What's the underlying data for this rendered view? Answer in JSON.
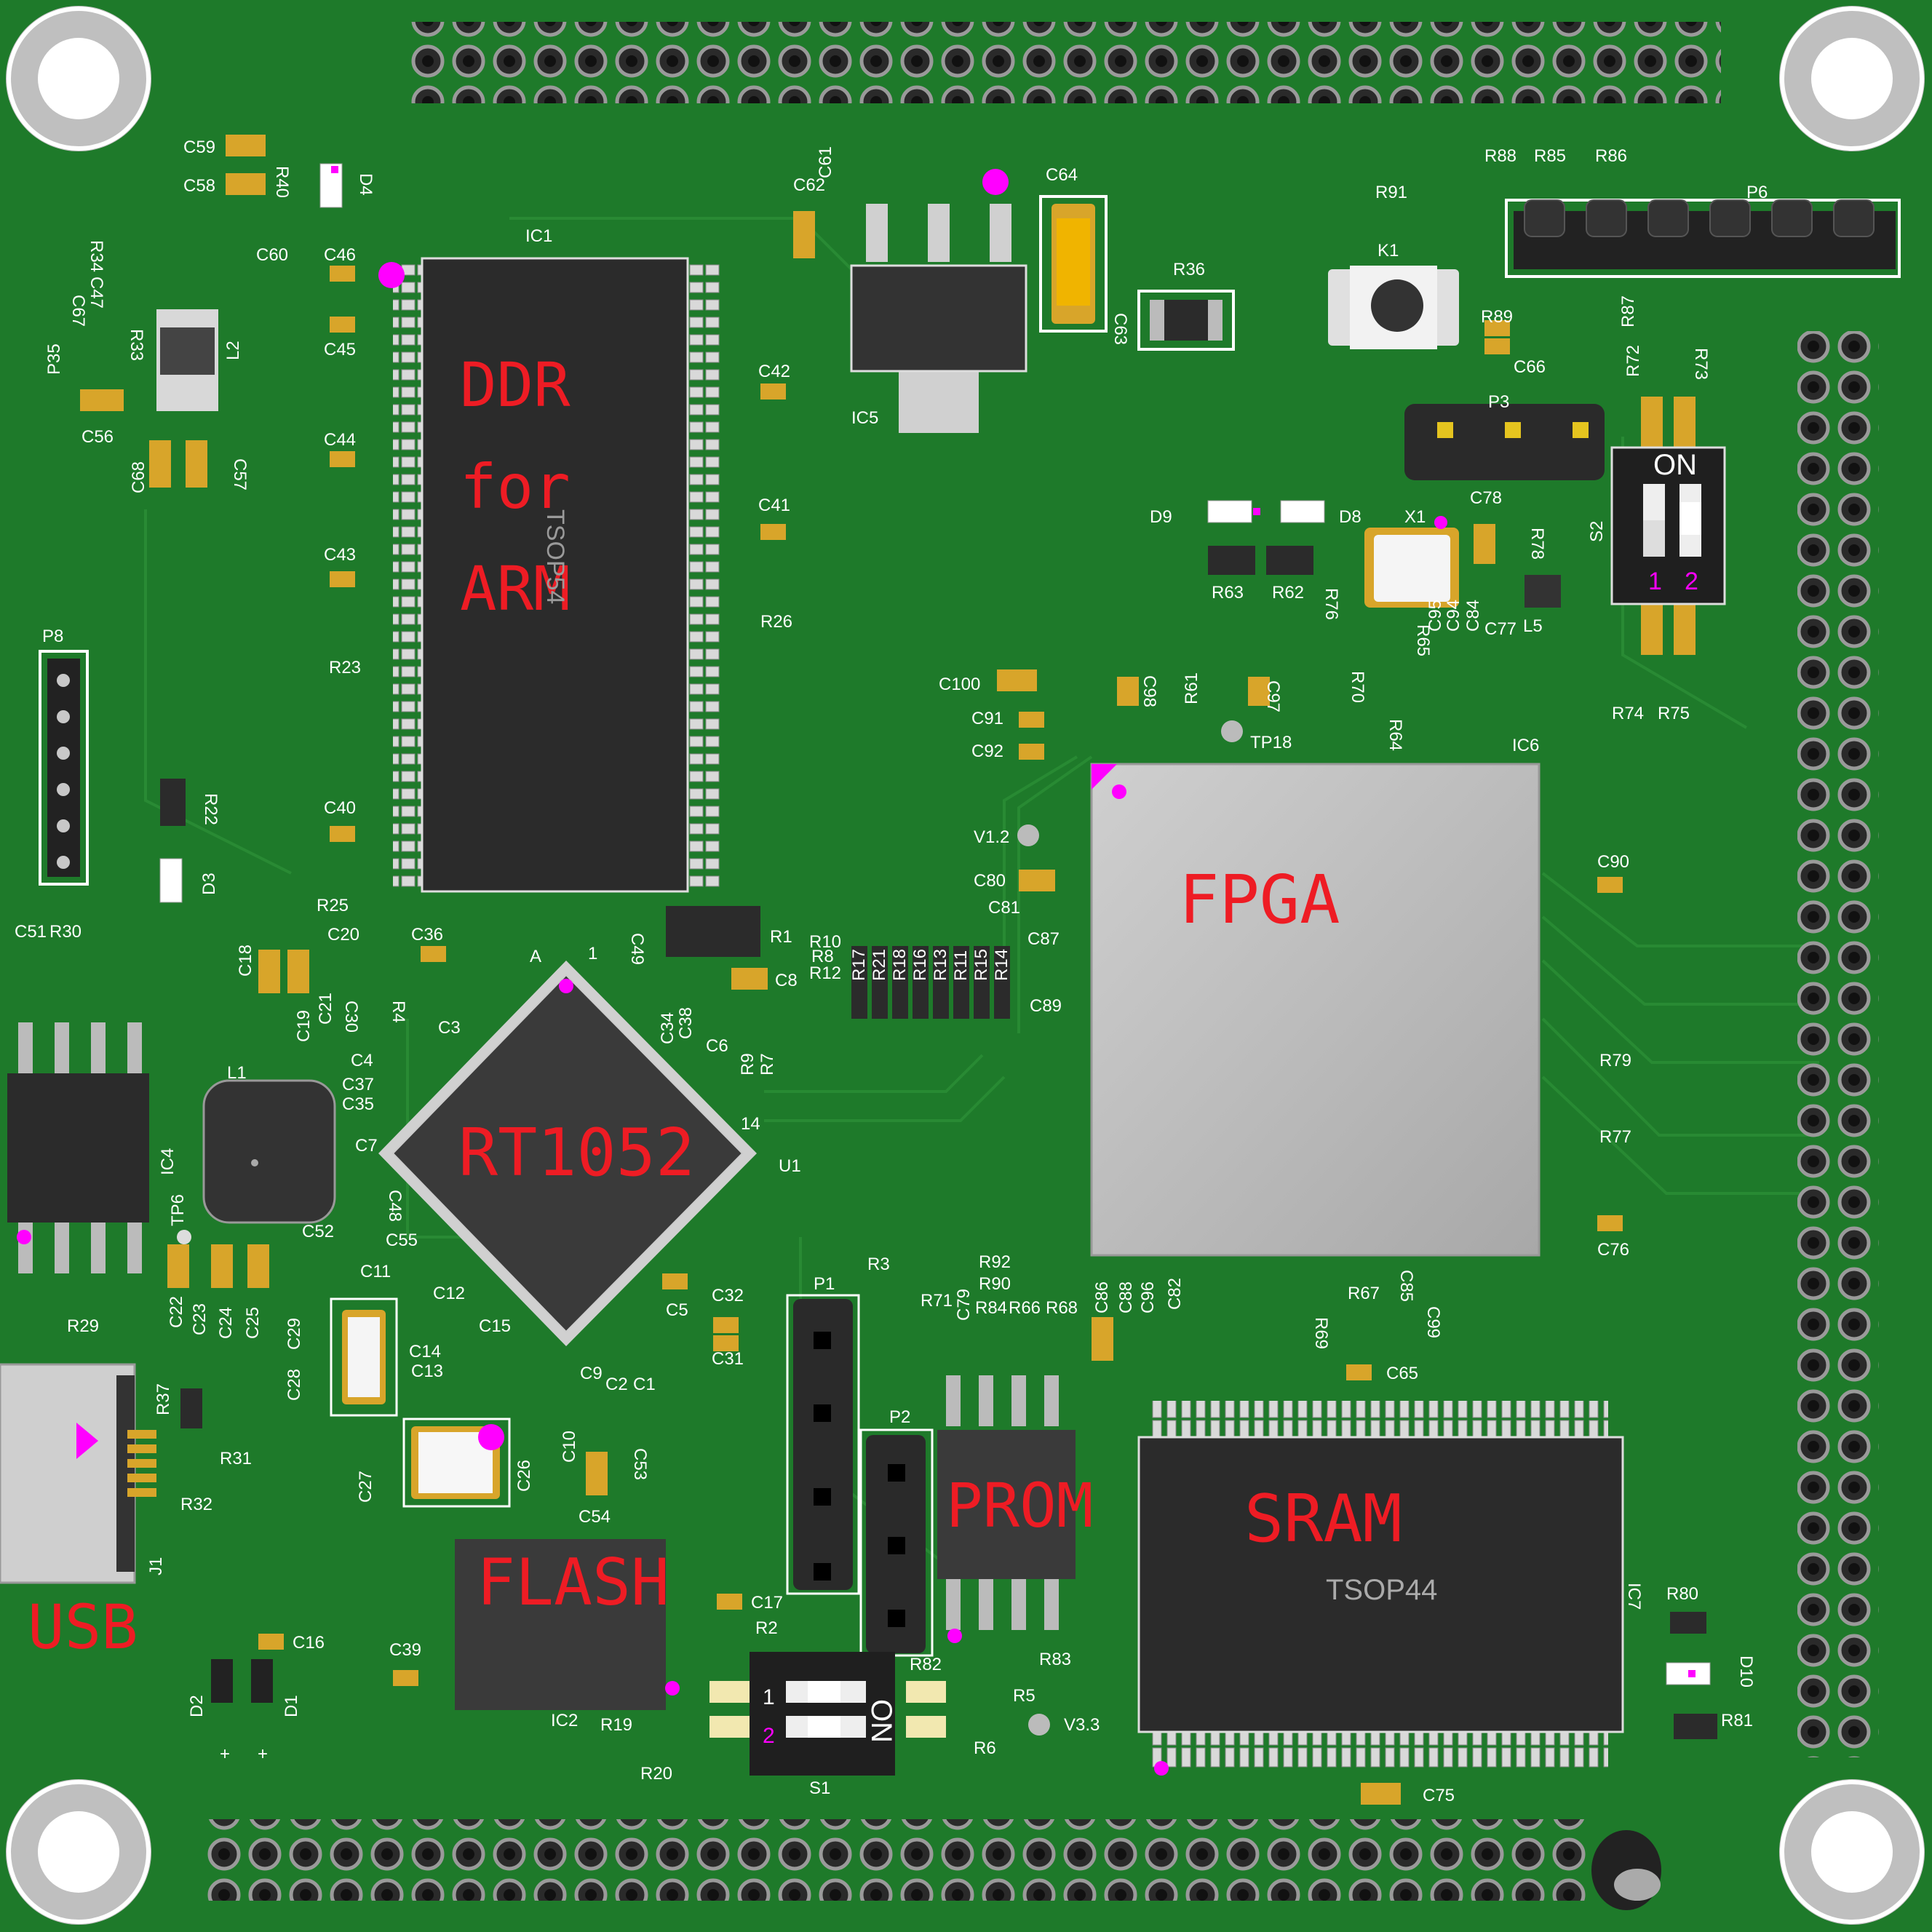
{
  "board_labels": {
    "ddr_line1": "DDR",
    "ddr_line2": "for",
    "ddr_line3": "ARM",
    "mcu": "RT1052",
    "fpga": "FPGA",
    "sram": "SRAM",
    "prom": "PROM",
    "flash": "FLASH",
    "usb": "USB",
    "sram_package": "TSOP44",
    "ddr_package": "TSOP54",
    "switch_on_s2": "ON",
    "switch_on_s1": "ON",
    "s2_pos1": "1",
    "s2_pos2": "2",
    "s1_pos1": "1",
    "s1_pos2": "2",
    "mcu_pin_a": "A",
    "mcu_pin_1": "1",
    "mcu_pin_14": "14",
    "plus_1": "+",
    "plus_2": "+"
  },
  "designators": {
    "IC1": "IC1",
    "IC2": "IC2",
    "IC4": "IC4",
    "IC5": "IC5",
    "IC6": "IC6",
    "IC7": "IC7",
    "U1": "U1",
    "J1": "J1",
    "K1": "K1",
    "L1": "L1",
    "L2": "L2",
    "L5": "L5",
    "X1": "X1",
    "S1": "S1",
    "S2": "S2",
    "P1": "P1",
    "P2": "P2",
    "P6": "P6",
    "P8": "P8",
    "P3": "P3",
    "P35": "P35",
    "D1": "D1",
    "D2": "D2",
    "D3": "D3",
    "D4": "D4",
    "D8": "D8",
    "D9": "D9",
    "D10": "D10",
    "TP6": "TP6",
    "TP18": "TP18",
    "V12": "V1.2",
    "V33": "V3.3",
    "C59": "C59",
    "C58": "C58",
    "C60": "C60",
    "C46": "C46",
    "C45": "C45",
    "C44": "C44",
    "C43": "C43",
    "C40": "C40",
    "C56": "C56",
    "C68": "C68",
    "C57": "C57",
    "C67": "C67",
    "C47": "C47",
    "C62": "C62",
    "C61": "C61",
    "C64": "C64",
    "C63": "C63",
    "C42": "C42",
    "C41": "C41",
    "C66": "C66",
    "C78": "C78",
    "C77": "C77",
    "C100": "C100",
    "C91": "C91",
    "C92": "C92",
    "C98": "C98",
    "C97": "C97",
    "C95": "C95",
    "C94": "C94",
    "C84": "C84",
    "C90": "C90",
    "C80": "C80",
    "C81": "C81",
    "C87": "C87",
    "C89": "C89",
    "C76": "C76",
    "C51": "C51",
    "C20": "C20",
    "C36": "C36",
    "C18": "C18",
    "C19": "C19",
    "C21": "C21",
    "C30": "C30",
    "C3": "C3",
    "C4": "C4",
    "C37": "C37",
    "C35": "C35",
    "C7": "C7",
    "C48": "C48",
    "C52": "C52",
    "C55": "C55",
    "C11": "C11",
    "C12": "C12",
    "C22": "C22",
    "C23": "C23",
    "C24": "C24",
    "C25": "C25",
    "C29": "C29",
    "C28": "C28",
    "C14": "C14",
    "C13": "C13",
    "C15": "C15",
    "C49": "C49",
    "C34": "C34",
    "C38": "C38",
    "C6": "C6",
    "C8": "C8",
    "C5": "C5",
    "C32": "C32",
    "C31": "C31",
    "C9": "C9",
    "C2": "C2",
    "C1": "C1",
    "C10": "C10",
    "C53": "C53",
    "C54": "C54",
    "C27": "C27",
    "C26": "C26",
    "C16": "C16",
    "C39": "C39",
    "C17": "C17",
    "C79": "C79",
    "C86": "C86",
    "C88": "C88",
    "C96": "C96",
    "C82": "C82",
    "C85": "C85",
    "C99": "C99",
    "C65": "C65",
    "C75": "C75",
    "R40": "R40",
    "R34": "R34",
    "R33": "R33",
    "R23": "R23",
    "R22": "R22",
    "R25": "R25",
    "R30": "R30",
    "R4": "R4",
    "R29": "R29",
    "R37": "R37",
    "R31": "R31",
    "R32": "R32",
    "R1": "R1",
    "R10": "R10",
    "R8": "R8",
    "R12": "R12",
    "R17": "R17",
    "R21": "R21",
    "R18": "R18",
    "R16": "R16",
    "R13": "R13",
    "R11": "R11",
    "R15": "R15",
    "R14": "R14",
    "R9": "R9",
    "R7": "R7",
    "R26": "R26",
    "R36": "R36",
    "R91": "R91",
    "R88": "R88",
    "R85": "R85",
    "R86": "R86",
    "R89": "R89",
    "R87": "R87",
    "R72": "R72",
    "R73": "R73",
    "R63": "R63",
    "R62": "R62",
    "R76": "R76",
    "R78": "R78",
    "R65": "R65",
    "R61": "R61",
    "R70": "R70",
    "R64": "R64",
    "R74": "R74",
    "R75": "R75",
    "R79": "R79",
    "R77": "R77",
    "R3": "R3",
    "R92": "R92",
    "R90": "R90",
    "R71": "R71",
    "R84": "R84",
    "R66": "R66",
    "R68": "R68",
    "R67": "R67",
    "R69": "R69",
    "R2": "R2",
    "R19": "R19",
    "R20": "R20",
    "R82": "R82",
    "R83": "R83",
    "R5": "R5",
    "R6": "R6",
    "R80": "R80",
    "R81": "R81"
  },
  "colors": {
    "pcb": "#1e7a2a",
    "silkscreen": "#ffffff",
    "pad_gold": "#d8a52a",
    "chip_dark": "#2b2b2b",
    "fpga_silver": "#b9b9b9",
    "marker_magenta": "#ff00ff",
    "annotation_red": "#ee1c24"
  }
}
